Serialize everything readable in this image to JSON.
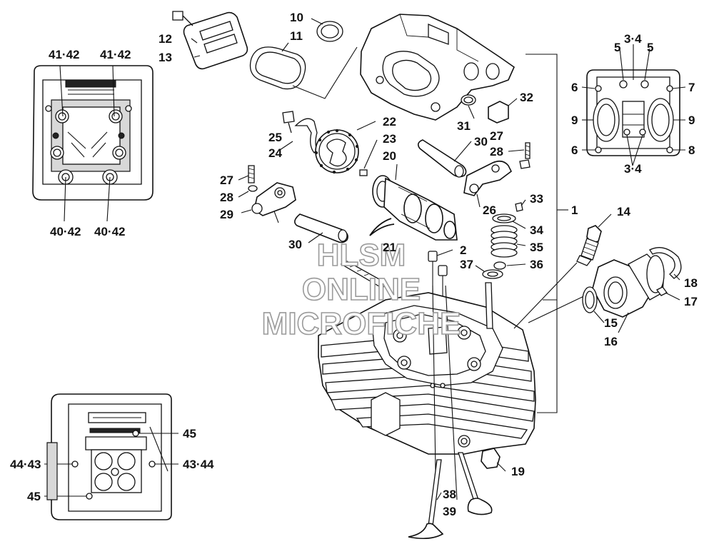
{
  "watermark": {
    "line1": "HLSM",
    "line2": "ONLINE",
    "line3": "MICROFICHE"
  },
  "callouts": {
    "c1": "1",
    "c2": "2",
    "c3_4_top": "3·4",
    "c3_4_bottom": "3·4",
    "c5_left": "5",
    "c5_right": "5",
    "c6_top": "6",
    "c6_bottom": "6",
    "c7": "7",
    "c8": "8",
    "c9_left": "9",
    "c9_right": "9",
    "c10": "10",
    "c11": "11",
    "c12": "12",
    "c13": "13",
    "c14": "14",
    "c15": "15",
    "c16": "16",
    "c17": "17",
    "c18": "18",
    "c19": "19",
    "c20": "20",
    "c21": "21",
    "c22": "22",
    "c23": "23",
    "c24": "24",
    "c25": "25",
    "c26": "26",
    "c27_left": "27",
    "c27_right": "27",
    "c28_left": "28",
    "c28_right": "28",
    "c29": "29",
    "c30_top": "30",
    "c30_bottom": "30",
    "c31": "31",
    "c32": "32",
    "c33": "33",
    "c34": "34",
    "c35": "35",
    "c36": "36",
    "c37": "37",
    "c38": "38",
    "c39": "39",
    "c40_42_left": "40·42",
    "c40_42_right": "40·42",
    "c41_42_left": "41·42",
    "c41_42_right": "41·42",
    "c43_44": "43·44",
    "c44_43": "44·43",
    "c45_top": "45",
    "c45_bottom": "45"
  }
}
